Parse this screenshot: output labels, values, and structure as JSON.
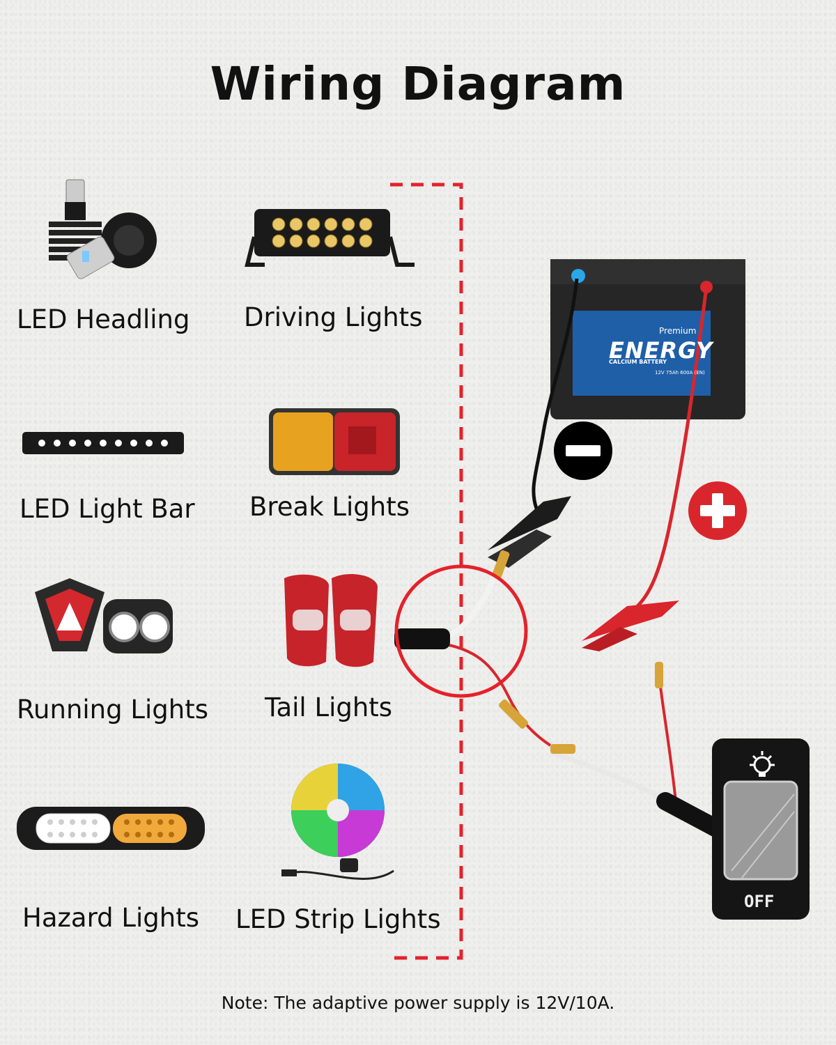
{
  "title": "Wiring Diagram",
  "lights": [
    {
      "label": "LED Headling",
      "icon": "led-headlight-bulbs-icon"
    },
    {
      "label": "Driving Lights",
      "icon": "driving-light-bar-icon"
    },
    {
      "label": "LED Light Bar",
      "icon": "slim-led-light-bar-icon"
    },
    {
      "label": "Break Lights",
      "icon": "brake-light-lamp-icon"
    },
    {
      "label": "Running Lights",
      "icon": "running-lights-icon"
    },
    {
      "label": "Tail Lights",
      "icon": "tail-lights-icon"
    },
    {
      "label": "Hazard Lights",
      "icon": "hazard-light-icon"
    },
    {
      "label": "LED Strip Lights",
      "icon": "led-strip-reel-icon"
    }
  ],
  "battery": {
    "brand": "ENERGY",
    "tag": "Premium",
    "type": "CALCIUM BATTERY",
    "spec": "12V 75Ah 600A (EN)"
  },
  "polarity": {
    "negative_icon": "minus-circle-icon",
    "positive_icon": "plus-circle-icon"
  },
  "switch": {
    "state_label": "OFF",
    "icon": "light-bulb-icon"
  },
  "note": "Note: The adaptive power supply is 12V/10A.",
  "colors": {
    "dashed_line": "#e3222b",
    "positive": "#e3222b",
    "negative": "#111111",
    "battery_label": "#1f5fa8"
  }
}
